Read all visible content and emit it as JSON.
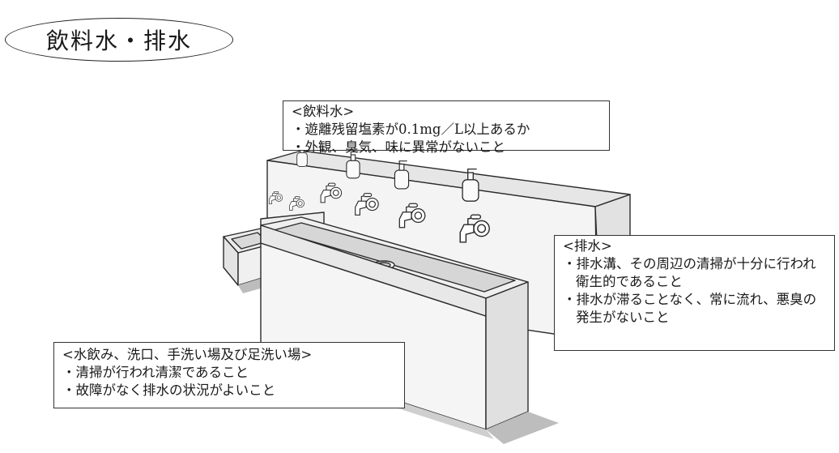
{
  "title": "飲料水・排水",
  "notes": {
    "drinking_water": {
      "heading": "<飲料水>",
      "items": [
        "・遊離残留塩素が0.1mg／L以上あるか",
        "・外観、臭気、味に異常がないこと"
      ]
    },
    "drainage": {
      "heading": "<排水>",
      "items": [
        "・排水溝、その周辺の清掃が十分に行われ衛生的であること",
        "・排水が滞ることなく、常に流れ、悪臭の発生がないこと"
      ]
    },
    "sink_area": {
      "heading": "<水飲み、洗口、手洗い場及び足洗い場>",
      "items": [
        "・清掃が行われ清潔であること",
        "・故障がなく排水の状況がよいこと"
      ]
    }
  },
  "illustration": {
    "subject": "washing-station",
    "faucet_count": 6,
    "soap_bottle_count": 4,
    "colors": {
      "concrete": "#f2f2f2",
      "shadow": "#bdbdbd",
      "trough": "#d9d9d9",
      "line": "#2a2a2a"
    }
  }
}
